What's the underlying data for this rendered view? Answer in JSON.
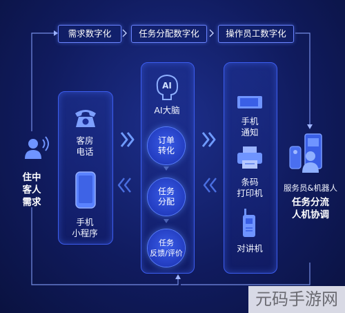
{
  "top_steps": [
    "需求数字化",
    "任务分配数字化",
    "操作员工数字化"
  ],
  "left": {
    "title": "住中\n客人\n需求"
  },
  "channels": [
    {
      "label": "客房\n电话",
      "icon": "telephone-icon"
    },
    {
      "label": "手机\n小程序",
      "icon": "mobile-phone-icon"
    }
  ],
  "ai": {
    "badge": "AI",
    "label": "AI大脑"
  },
  "ai_steps": [
    "订单\n转化",
    "任务\n分配",
    "任务\n反馈/评价"
  ],
  "devices": [
    {
      "label": "手机\n通知",
      "icon": "phone-notification-icon"
    },
    {
      "label": "条码\n打印机",
      "icon": "barcode-printer-icon"
    },
    {
      "label": "对讲机",
      "icon": "walkie-talkie-icon"
    }
  ],
  "right": {
    "subtitle": "服务员&机器人",
    "title": "任务分流\n人机协调"
  },
  "watermark": "元码手游网",
  "colors": {
    "background": "#101b5e",
    "accent": "#3c5df0",
    "arrow": "#5a8cff",
    "text": "#ffffff"
  }
}
